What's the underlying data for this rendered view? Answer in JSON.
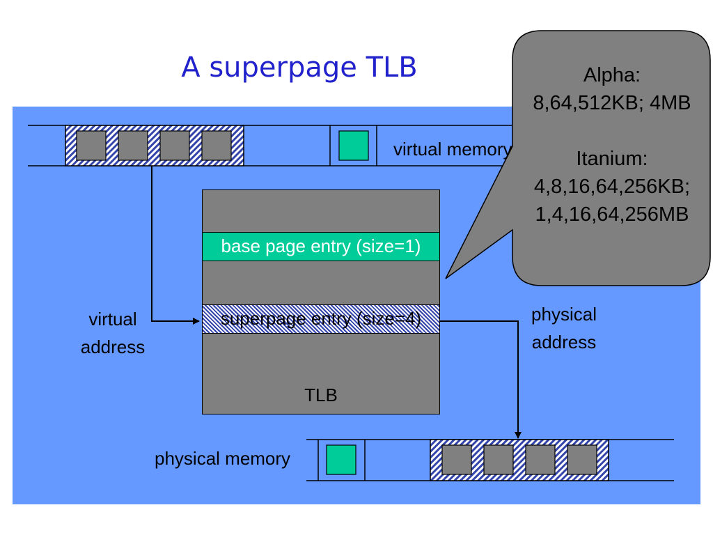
{
  "slide": {
    "title": "A superpage TLB"
  },
  "labels": {
    "virtual_memory": "virtual memory",
    "physical_memory": "physical memory",
    "virtual_address": [
      "virtual",
      "address"
    ],
    "physical_address": [
      "physical",
      "address"
    ],
    "tlb": "TLB"
  },
  "tlb": {
    "base_entry": "base page entry (size=1)",
    "super_entry": "superpage entry (size=4)"
  },
  "callout": {
    "alpha": [
      "Alpha:",
      "8,64,512KB; 4MB"
    ],
    "itanium": [
      "Itanium:",
      "4,8,16,64,256KB;",
      "1,4,16,64,256MB"
    ]
  },
  "colors": {
    "panel": "#6699ff",
    "title": "#2222cc",
    "page_gray": "#808080",
    "page_green": "#00cc99",
    "hatch": "#3344aa"
  }
}
